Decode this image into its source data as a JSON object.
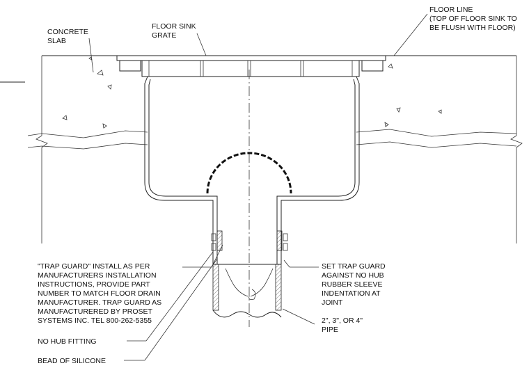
{
  "labels": {
    "concrete_slab": [
      "CONCRETE",
      "SLAB"
    ],
    "floor_sink_grate": [
      "FLOOR SINK",
      "GRATE"
    ],
    "floor_line": [
      "FLOOR LINE",
      "(TOP OF FLOOR SINK TO",
      "BE FLUSH WITH FLOOR)"
    ],
    "trap_guard_install": [
      "\"TRAP GUARD\" INSTALL AS PER",
      "MANUFACTURERS INSTALLATION",
      "INSTRUCTIONS, PROVIDE PART",
      "NUMBER TO MATCH FLOOR DRAIN",
      "MANUFACTURER. TRAP GUARD AS",
      "MANUFACTURERED BY PROSET",
      "SYSTEMS INC. TEL 800-262-5355"
    ],
    "set_trap_guard": [
      "SET TRAP GUARD",
      "AGAINST NO HUB",
      "RUBBER SLEEVE",
      "INDENTATION AT",
      "JOINT"
    ],
    "pipe": [
      "2\", 3\", OR 4\"",
      "PIPE"
    ],
    "no_hub_fitting": "NO HUB FITTING",
    "bead_of_silicone": "BEAD OF SILICONE"
  },
  "colors": {
    "line": "#222222",
    "background": "#ffffff"
  }
}
